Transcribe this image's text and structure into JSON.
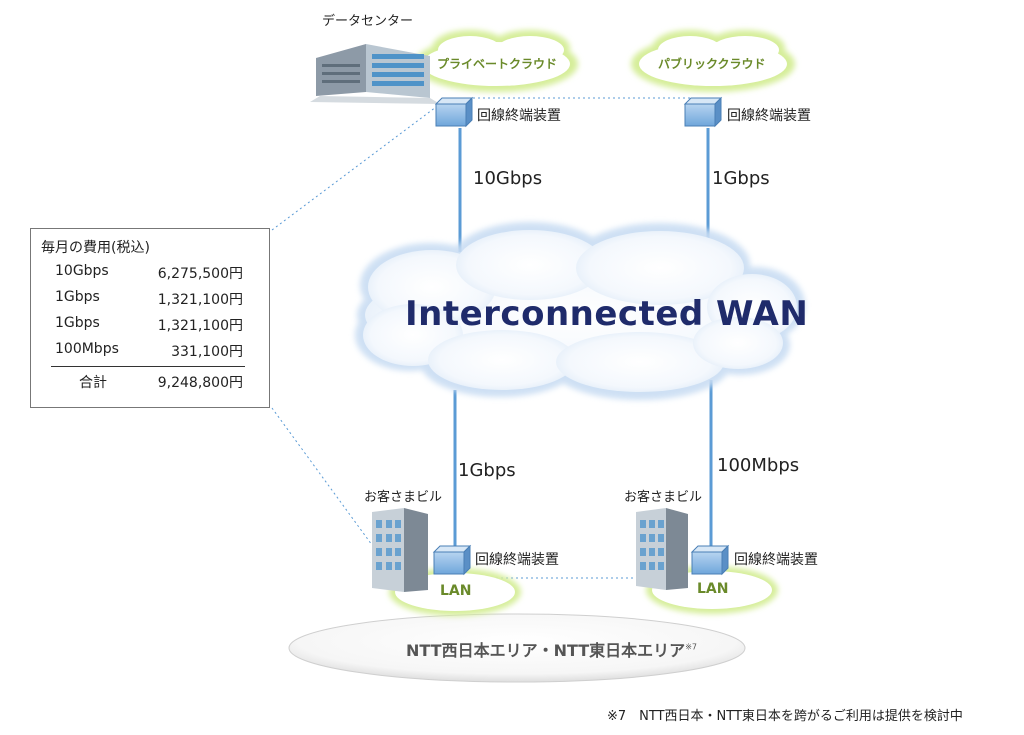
{
  "datacenter_label": "データセンター",
  "private_cloud": "プライベートクラウド",
  "public_cloud": "パブリッククラウド",
  "terminal_label": "回線終端装置",
  "links": {
    "private": "10Gbps",
    "public": "1Gbps",
    "customer_left": "1Gbps",
    "customer_right": "100Mbps"
  },
  "wan_title": "Interconnected WAN",
  "customer_building": "お客さまビル",
  "lan_label": "LAN",
  "area_label": "NTT西日本エリア・NTT東日本エリア",
  "area_note_mark": "※7",
  "footnote": "※7　NTT西日本・NTT東日本を跨がるご利用は提供を検討中",
  "cost_table": {
    "title": "毎月の費用(税込)",
    "rows": [
      {
        "name": "10Gbps",
        "value": "6,275,500円"
      },
      {
        "name": "1Gbps",
        "value": "1,321,100円"
      },
      {
        "name": "1Gbps",
        "value": "1,321,100円"
      },
      {
        "name": "100Mbps",
        "value": "331,100円"
      }
    ],
    "total_label": "合計",
    "total_value": "9,248,800円"
  },
  "colors": {
    "line": "#5b9bd5",
    "wan_text": "#1f2b6b",
    "cloud_glow": "#d6ee9a",
    "cloud_text": "#6a8a2a"
  }
}
